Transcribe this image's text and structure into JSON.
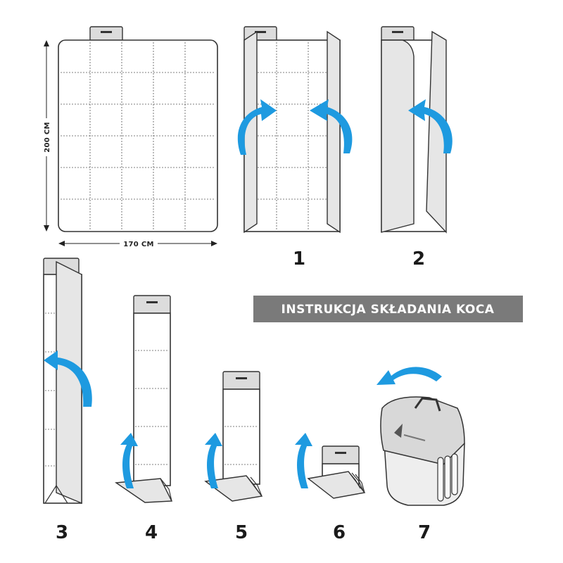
{
  "dimensions": {
    "height_label": "200 CM",
    "width_label": "170 CM"
  },
  "banner": {
    "text": "INSTRUKCJA SKŁADANIA KOCA",
    "bg_color": "#7a7a7a",
    "text_color": "#ffffff"
  },
  "steps": [
    "1",
    "2",
    "3",
    "4",
    "5",
    "6",
    "7"
  ],
  "colors": {
    "arrow": "#1e9ae0",
    "panel": "#e6e6e6",
    "outline": "#333333"
  }
}
